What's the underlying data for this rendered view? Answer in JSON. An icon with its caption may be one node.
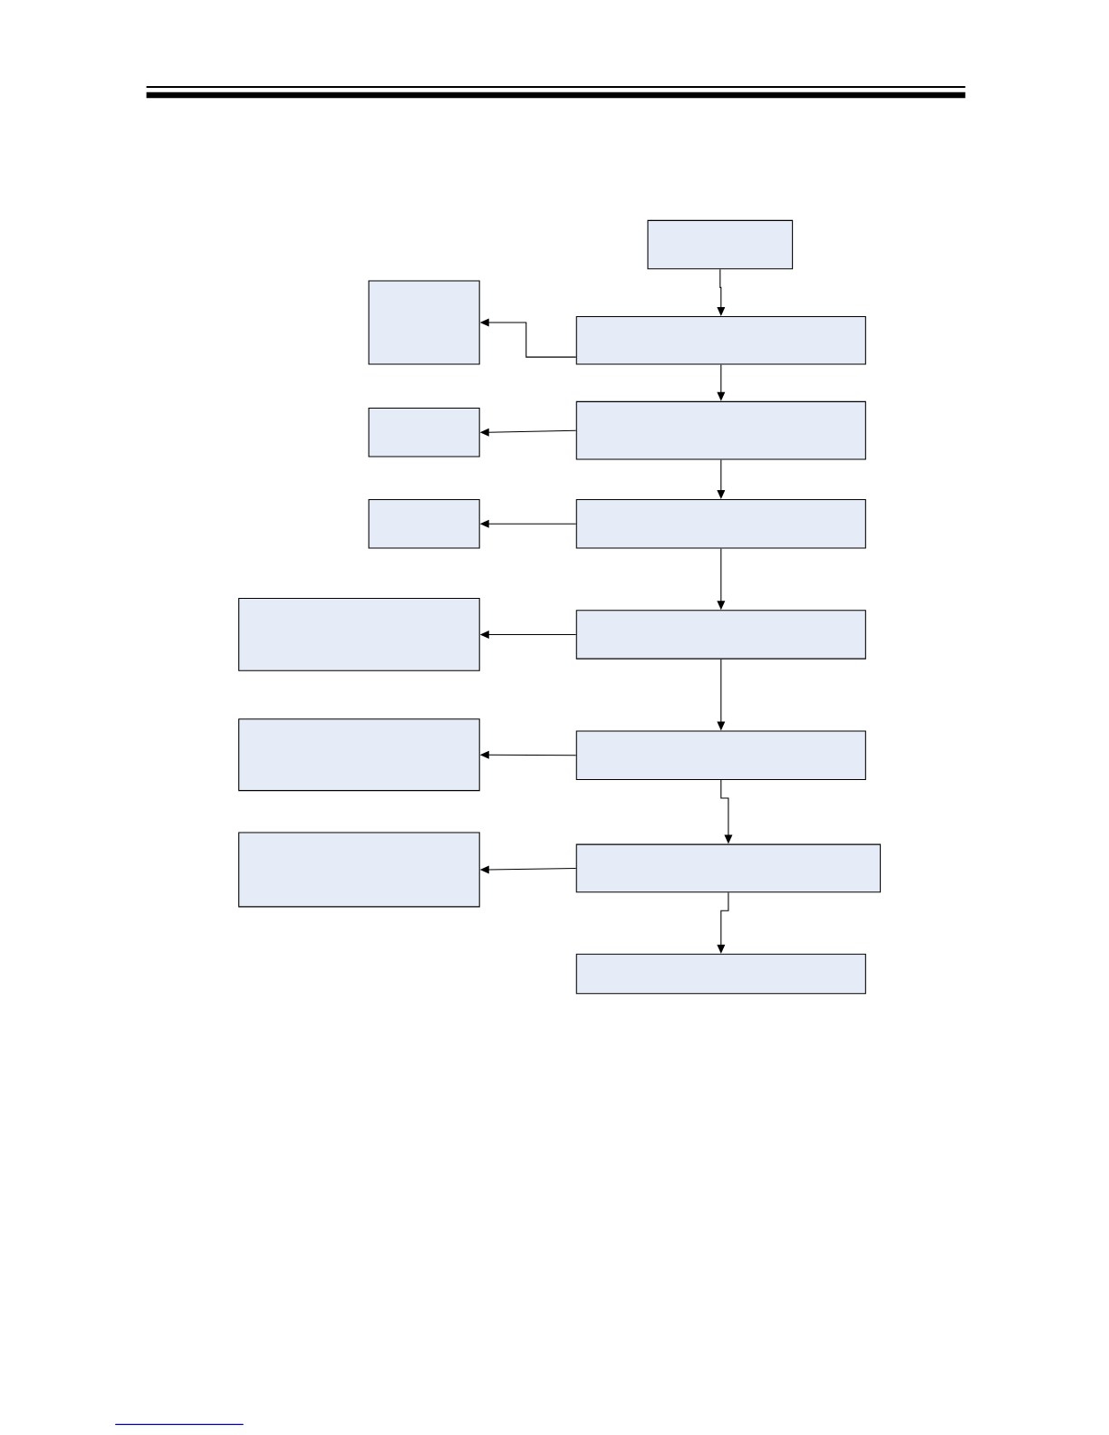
{
  "diagram": {
    "nodes": [
      {
        "text": [],
        "shape": "box"
      },
      {
        "text": [],
        "shape": "box"
      },
      {
        "text": [],
        "shape": "box"
      },
      {
        "text": [],
        "shape": "box"
      },
      {
        "text": [],
        "shape": "box"
      },
      {
        "text": [],
        "shape": "box"
      },
      {
        "text": [],
        "shape": "box"
      },
      {
        "text": [],
        "shape": "box"
      },
      {
        "text": [],
        "shape": "box"
      },
      {
        "text": [],
        "shape": "box"
      },
      {
        "text": [],
        "shape": "box"
      },
      {
        "text": [],
        "shape": "box"
      },
      {
        "text": [],
        "shape": "box"
      },
      {
        "text": [],
        "shape": "box"
      }
    ],
    "edges": [
      {
        "from": 0,
        "to": 1,
        "arrow": "to"
      },
      {
        "from": 1,
        "to": 2,
        "arrow": "to"
      },
      {
        "from": 2,
        "to": 3,
        "arrow": "to"
      },
      {
        "from": 3,
        "to": 4,
        "arrow": "to"
      },
      {
        "from": 4,
        "to": 5,
        "arrow": "to"
      },
      {
        "from": 5,
        "to": 6,
        "arrow": "to"
      },
      {
        "from": 6,
        "to": 7,
        "arrow": "to"
      },
      {
        "from": 1,
        "to": 8,
        "arrow": "to"
      },
      {
        "from": 2,
        "to": 9,
        "arrow": "to"
      },
      {
        "from": 3,
        "to": 10,
        "arrow": "to"
      },
      {
        "from": 4,
        "to": 11,
        "arrow": "to"
      },
      {
        "from": 5,
        "to": 12,
        "arrow": "to"
      },
      {
        "from": 6,
        "to": 13,
        "arrow": "to"
      }
    ]
  }
}
